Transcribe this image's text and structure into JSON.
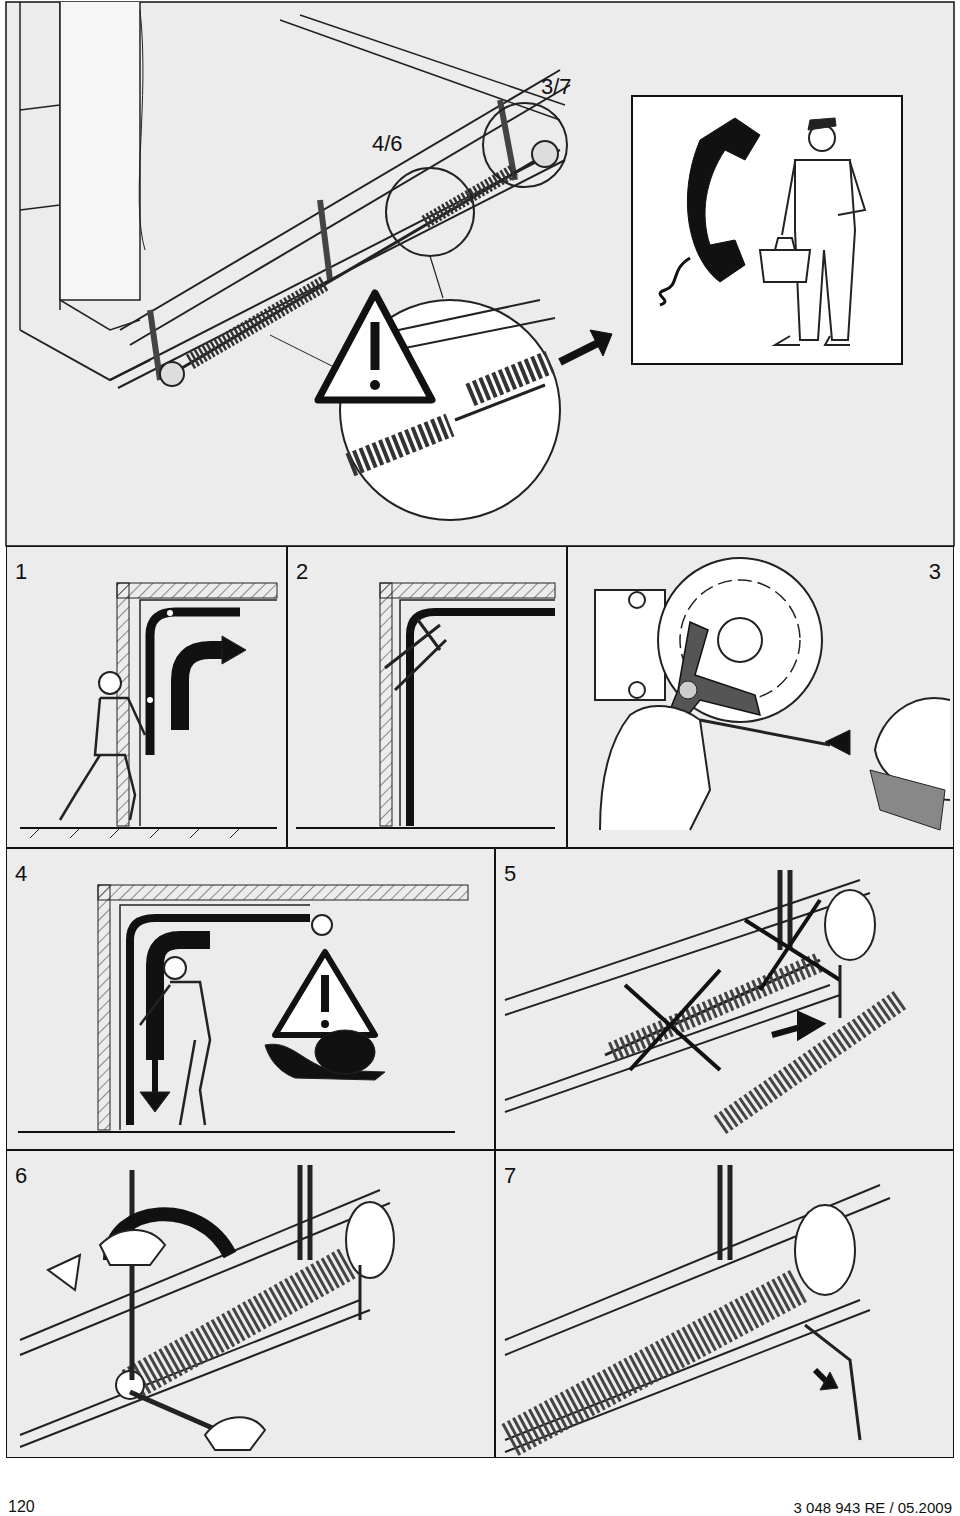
{
  "diagram": {
    "nodes": [
      {
        "text": [
          "1"
        ]
      },
      {
        "text": [
          "2"
        ]
      },
      {
        "text": [
          "3"
        ]
      },
      {
        "text": [
          "4"
        ]
      },
      {
        "text": [
          "5"
        ]
      },
      {
        "text": [
          "6"
        ]
      },
      {
        "text": [
          "7"
        ]
      }
    ],
    "labels": [
      "4/6",
      "3/7",
      "120",
      "3 048 943 RE / 05.2009"
    ]
  }
}
